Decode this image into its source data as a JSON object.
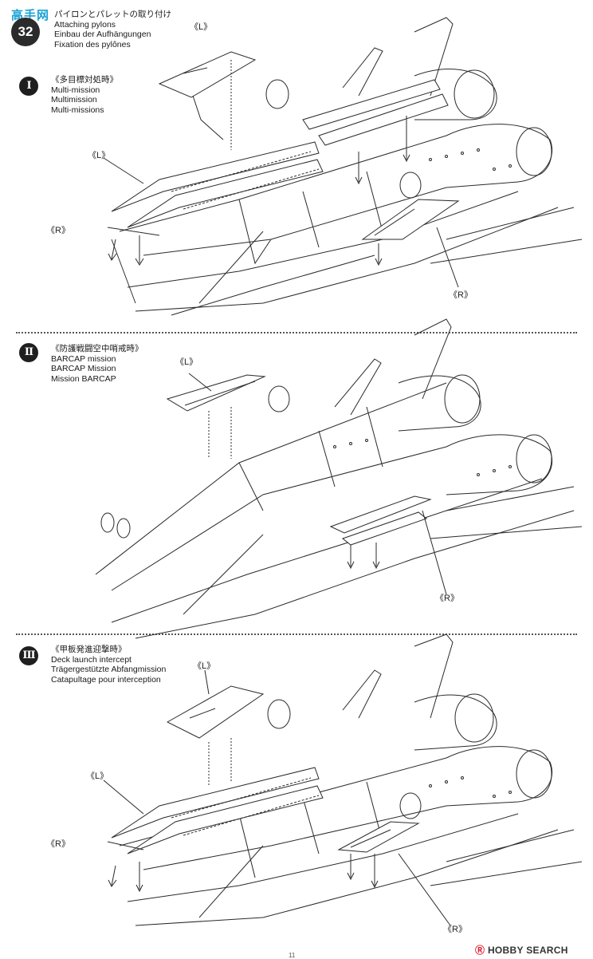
{
  "watermark_top": "高手网",
  "step": {
    "number": "32",
    "title_jp": "パイロンとパレットの取り付け",
    "title_en": "Attaching pylons",
    "title_de": "Einbau der Aufhängungen",
    "title_fr": "Fixation des pylônes"
  },
  "sections": [
    {
      "roman": "I",
      "title_jp": "《多目標対処時》",
      "en": "Multi-mission",
      "de": "Multimission",
      "fr": "Multi-missions"
    },
    {
      "roman": "II",
      "title_jp": "《防護戦闘空中哨戒時》",
      "en": "BARCAP mission",
      "de": "BARCAP Mission",
      "fr": "Mission BARCAP"
    },
    {
      "roman": "III",
      "title_jp": "《甲板発進迎撃時》",
      "en": "Deck launch intercept",
      "de": "Trägergestützte Abfangmission",
      "fr": "Catapultage pour interception"
    }
  ],
  "callouts": {
    "L": "《L》",
    "R": "《R》"
  },
  "watermark_bottom": "HOBBY SEARCH",
  "watermark_bottom_icon": "Ⓡ",
  "page_number": "11",
  "colors": {
    "line": "#2a2a2a",
    "panel_fill": "#ffffff",
    "dark_part": "#3a3a3a",
    "watermark_blue": "#1aa1d6"
  }
}
